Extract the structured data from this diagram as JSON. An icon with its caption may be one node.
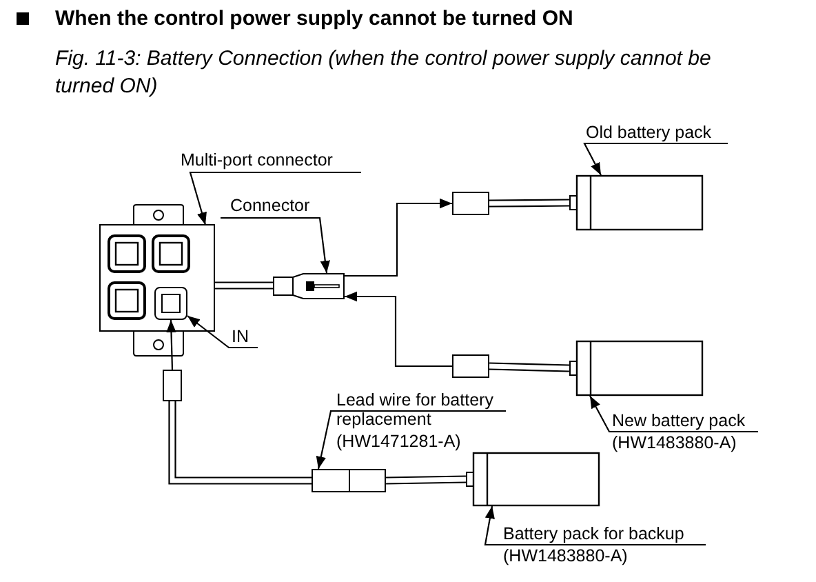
{
  "diagram": {
    "title": "When the control power supply cannot be turned ON",
    "caption": "Fig. 11-3: Battery Connection (when the control power supply cannot be turned ON)",
    "nodes": [
      {
        "text": [
          "Multi-port connector"
        ]
      },
      {
        "text": [
          "Connector"
        ]
      },
      {
        "text": [
          "IN"
        ]
      },
      {
        "text": [
          "Old battery pack"
        ]
      },
      {
        "text": [
          "New battery pack",
          "(HW1483880-A)"
        ]
      },
      {
        "text": [
          "Lead wire for battery replacement",
          "(HW1471281-A)"
        ]
      },
      {
        "text": [
          "Battery pack for backup",
          "(HW1483880-A)"
        ]
      },
      {
        "text": [],
        "shape": "picture"
      },
      {
        "text": [],
        "shape": "picture"
      },
      {
        "text": [],
        "shape": "box",
        "in": 7
      },
      {
        "text": [],
        "shape": "box"
      },
      {
        "text": [],
        "shape": "box"
      },
      {
        "text": [],
        "shape": "box"
      },
      {
        "text": [],
        "shape": "box"
      },
      {
        "text": [],
        "shape": "box"
      },
      {
        "text": [],
        "shape": "box"
      },
      {
        "text": [],
        "shape": "box"
      }
    ],
    "edges": [
      {
        "from": 0,
        "to": 7,
        "arrow": "to"
      },
      {
        "from": 1,
        "to": 8,
        "arrow": "to"
      },
      {
        "from": 2,
        "to": 9,
        "arrow": "to"
      },
      {
        "from": 3,
        "to": 10,
        "arrow": "to"
      },
      {
        "from": 4,
        "to": 11,
        "arrow": "to"
      },
      {
        "from": 5,
        "to": 12,
        "arrow": "to"
      },
      {
        "from": 6,
        "to": 13,
        "arrow": "to"
      },
      {
        "from": 7,
        "to": 8,
        "arrow": "none",
        "style": "thick"
      },
      {
        "from": 8,
        "to": 14,
        "arrow": "to"
      },
      {
        "from": 15,
        "to": 8,
        "arrow": "to"
      },
      {
        "from": 14,
        "to": 10,
        "arrow": "none",
        "style": "thick"
      },
      {
        "from": 15,
        "to": 11,
        "arrow": "none",
        "style": "thick"
      },
      {
        "from": 12,
        "to": 13,
        "arrow": "none",
        "style": "thick"
      },
      {
        "from": 16,
        "to": 12,
        "arrow": "none",
        "style": "thick"
      },
      {
        "from": 16,
        "to": 9,
        "arrow": "to"
      }
    ]
  }
}
